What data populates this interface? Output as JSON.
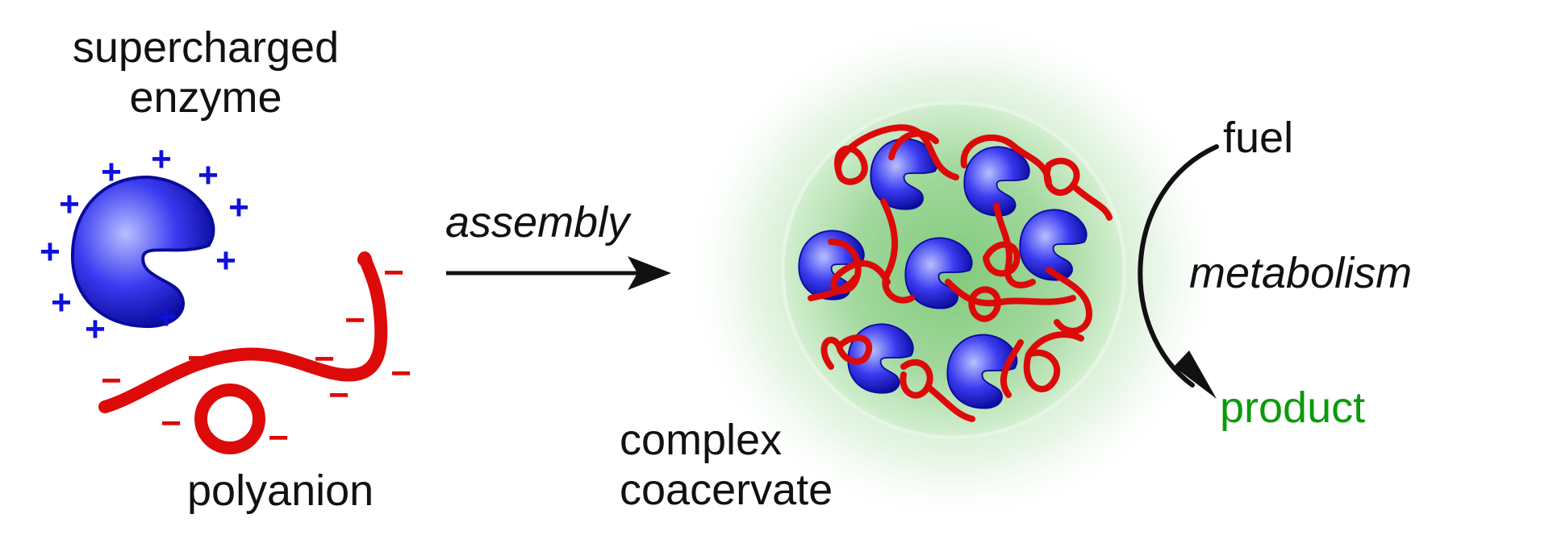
{
  "labels": {
    "enzyme_line1": "supercharged",
    "enzyme_line2": "enzyme",
    "polyanion": "polyanion",
    "assembly": "assembly",
    "coacervate_line1": "complex",
    "coacervate_line2": "coacervate",
    "fuel": "fuel",
    "metabolism": "metabolism",
    "product": "product"
  },
  "charges": {
    "positive": "+",
    "negative": "−"
  },
  "colors": {
    "text": "#111111",
    "enzyme": "#1a1ae0",
    "enzyme_highlight": "#aab4ff",
    "enzyme_shadow": "#0a0a9c",
    "charge_positive": "#1010dd",
    "polyanion": "#dd0a0a",
    "charge_negative": "#dd0a0a",
    "droplet_glow": "#8fd08a",
    "product": "#0c9a0c"
  },
  "icons": [
    "enzyme-icon",
    "polyanion-icon",
    "assembly-arrow-icon",
    "coacervate-droplet-icon",
    "metabolism-arrow-icon"
  ]
}
